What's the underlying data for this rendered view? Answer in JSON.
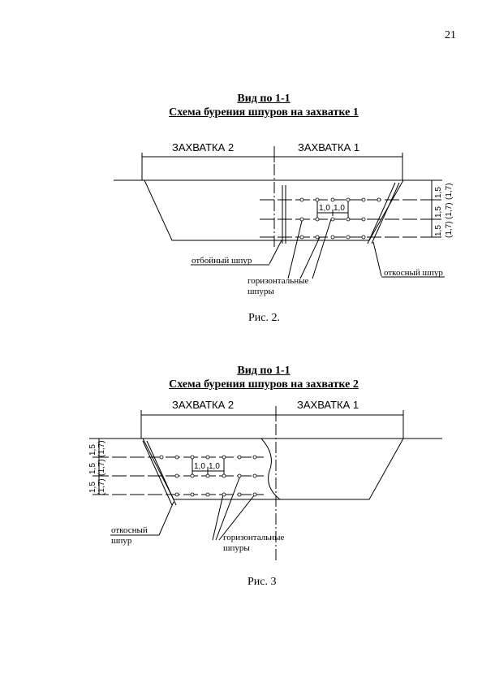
{
  "page_number": "21",
  "figure1": {
    "title_line1": "Вид по 1-1",
    "title_line2": "Схема бурения шпуров на захватке 1",
    "zone_left": "ЗАХВАТКА 2",
    "zone_right": "ЗАХВАТКА 1",
    "dim_spacing_1": "1,0",
    "dim_spacing_2": "1,0",
    "vdim_a": "1,5",
    "vdim_b": "1,5",
    "vdim_c": "1,5",
    "vdim_d": "(1,7)",
    "vdim_e": "(1,7)",
    "vdim_f": "(1,7)",
    "label_break": "отбойный шпур",
    "label_horizontal_1": "горизонтальные",
    "label_horizontal_2": "шпуры",
    "label_slope": "откосный шпур",
    "caption": "Рис. 2."
  },
  "figure2": {
    "title_line1": "Вид по 1-1",
    "title_line2": "Схема бурения шпуров на захватке 2",
    "zone_left": "ЗАХВАТКА 2",
    "zone_right": "ЗАХВАТКА 1",
    "dim_spacing_1": "1,0",
    "dim_spacing_2": "1,0",
    "vdim_a": "1,5",
    "vdim_b": "1,5",
    "vdim_c": "1,5",
    "vdim_d": "(1,7)",
    "vdim_e": "(1,7)",
    "vdim_f": "(1,7)",
    "label_slope_1": "откосный",
    "label_slope_2": "шпур",
    "label_horizontal_1": "горизонтальные",
    "label_horizontal_2": "шпуры",
    "caption": "Рис. 3"
  }
}
